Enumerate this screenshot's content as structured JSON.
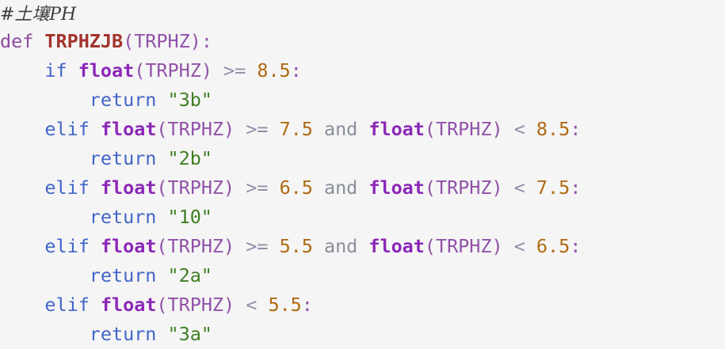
{
  "document": {
    "kind": "code-snippet",
    "language": "python",
    "background_color": "#f5f5f5",
    "colors": {
      "comment": "#3c3c3c",
      "keyword_def": "#8b4a9e",
      "function_name": "#a3332c",
      "keyword_control": "#4265c8",
      "builtin": "#8b28b8",
      "identifier": "#9152a8",
      "operator": "#8f8fa8",
      "operator_word": "#8a8f9c",
      "number": "#b06a13",
      "string": "#3f7f22"
    }
  },
  "code": {
    "lines": [
      {
        "indent": 0,
        "tokens": [
          {
            "t": "comment",
            "v": "#土壤PH"
          }
        ]
      },
      {
        "indent": 0,
        "tokens": [
          {
            "t": "kw-def",
            "v": "def"
          },
          {
            "t": "plain",
            "v": " "
          },
          {
            "t": "fnname",
            "v": "TRPHZJB"
          },
          {
            "t": "punct",
            "v": "("
          },
          {
            "t": "name",
            "v": "TRPHZ"
          },
          {
            "t": "punct",
            "v": ")"
          },
          {
            "t": "punct",
            "v": ":"
          }
        ]
      },
      {
        "indent": 4,
        "tokens": [
          {
            "t": "kw-ctrl",
            "v": "if"
          },
          {
            "t": "plain",
            "v": " "
          },
          {
            "t": "builtin",
            "v": "float"
          },
          {
            "t": "punct",
            "v": "("
          },
          {
            "t": "name",
            "v": "TRPHZ"
          },
          {
            "t": "punct",
            "v": ")"
          },
          {
            "t": "plain",
            "v": " "
          },
          {
            "t": "op",
            "v": ">="
          },
          {
            "t": "plain",
            "v": " "
          },
          {
            "t": "num",
            "v": "8.5"
          },
          {
            "t": "punct",
            "v": ":"
          }
        ]
      },
      {
        "indent": 8,
        "tokens": [
          {
            "t": "kw-ctrl",
            "v": "return"
          },
          {
            "t": "plain",
            "v": " "
          },
          {
            "t": "str",
            "v": "\"3b\""
          }
        ]
      },
      {
        "indent": 4,
        "tokens": [
          {
            "t": "kw-ctrl",
            "v": "elif"
          },
          {
            "t": "plain",
            "v": " "
          },
          {
            "t": "builtin",
            "v": "float"
          },
          {
            "t": "punct",
            "v": "("
          },
          {
            "t": "name",
            "v": "TRPHZ"
          },
          {
            "t": "punct",
            "v": ")"
          },
          {
            "t": "plain",
            "v": " "
          },
          {
            "t": "op",
            "v": ">="
          },
          {
            "t": "plain",
            "v": " "
          },
          {
            "t": "num",
            "v": "7.5"
          },
          {
            "t": "plain",
            "v": " "
          },
          {
            "t": "operator-word",
            "v": "and"
          },
          {
            "t": "plain",
            "v": " "
          },
          {
            "t": "builtin",
            "v": "float"
          },
          {
            "t": "punct",
            "v": "("
          },
          {
            "t": "name",
            "v": "TRPHZ"
          },
          {
            "t": "punct",
            "v": ")"
          },
          {
            "t": "plain",
            "v": " "
          },
          {
            "t": "op",
            "v": "<"
          },
          {
            "t": "plain",
            "v": " "
          },
          {
            "t": "num",
            "v": "8.5"
          },
          {
            "t": "punct",
            "v": ":"
          }
        ]
      },
      {
        "indent": 8,
        "tokens": [
          {
            "t": "kw-ctrl",
            "v": "return"
          },
          {
            "t": "plain",
            "v": " "
          },
          {
            "t": "str",
            "v": "\"2b\""
          }
        ]
      },
      {
        "indent": 4,
        "tokens": [
          {
            "t": "kw-ctrl",
            "v": "elif"
          },
          {
            "t": "plain",
            "v": " "
          },
          {
            "t": "builtin",
            "v": "float"
          },
          {
            "t": "punct",
            "v": "("
          },
          {
            "t": "name",
            "v": "TRPHZ"
          },
          {
            "t": "punct",
            "v": ")"
          },
          {
            "t": "plain",
            "v": " "
          },
          {
            "t": "op",
            "v": ">="
          },
          {
            "t": "plain",
            "v": " "
          },
          {
            "t": "num",
            "v": "6.5"
          },
          {
            "t": "plain",
            "v": " "
          },
          {
            "t": "operator-word",
            "v": "and"
          },
          {
            "t": "plain",
            "v": " "
          },
          {
            "t": "builtin",
            "v": "float"
          },
          {
            "t": "punct",
            "v": "("
          },
          {
            "t": "name",
            "v": "TRPHZ"
          },
          {
            "t": "punct",
            "v": ")"
          },
          {
            "t": "plain",
            "v": " "
          },
          {
            "t": "op",
            "v": "<"
          },
          {
            "t": "plain",
            "v": " "
          },
          {
            "t": "num",
            "v": "7.5"
          },
          {
            "t": "punct",
            "v": ":"
          }
        ]
      },
      {
        "indent": 8,
        "tokens": [
          {
            "t": "kw-ctrl",
            "v": "return"
          },
          {
            "t": "plain",
            "v": " "
          },
          {
            "t": "str",
            "v": "\"10\""
          }
        ]
      },
      {
        "indent": 4,
        "tokens": [
          {
            "t": "kw-ctrl",
            "v": "elif"
          },
          {
            "t": "plain",
            "v": " "
          },
          {
            "t": "builtin",
            "v": "float"
          },
          {
            "t": "punct",
            "v": "("
          },
          {
            "t": "name",
            "v": "TRPHZ"
          },
          {
            "t": "punct",
            "v": ")"
          },
          {
            "t": "plain",
            "v": " "
          },
          {
            "t": "op",
            "v": ">="
          },
          {
            "t": "plain",
            "v": " "
          },
          {
            "t": "num",
            "v": "5.5"
          },
          {
            "t": "plain",
            "v": " "
          },
          {
            "t": "operator-word",
            "v": "and"
          },
          {
            "t": "plain",
            "v": " "
          },
          {
            "t": "builtin",
            "v": "float"
          },
          {
            "t": "punct",
            "v": "("
          },
          {
            "t": "name",
            "v": "TRPHZ"
          },
          {
            "t": "punct",
            "v": ")"
          },
          {
            "t": "plain",
            "v": " "
          },
          {
            "t": "op",
            "v": "<"
          },
          {
            "t": "plain",
            "v": " "
          },
          {
            "t": "num",
            "v": "6.5"
          },
          {
            "t": "punct",
            "v": ":"
          }
        ]
      },
      {
        "indent": 8,
        "tokens": [
          {
            "t": "kw-ctrl",
            "v": "return"
          },
          {
            "t": "plain",
            "v": " "
          },
          {
            "t": "str",
            "v": "\"2a\""
          }
        ]
      },
      {
        "indent": 4,
        "tokens": [
          {
            "t": "kw-ctrl",
            "v": "elif"
          },
          {
            "t": "plain",
            "v": " "
          },
          {
            "t": "builtin",
            "v": "float"
          },
          {
            "t": "punct",
            "v": "("
          },
          {
            "t": "name",
            "v": "TRPHZ"
          },
          {
            "t": "punct",
            "v": ")"
          },
          {
            "t": "plain",
            "v": " "
          },
          {
            "t": "op",
            "v": "<"
          },
          {
            "t": "plain",
            "v": " "
          },
          {
            "t": "num",
            "v": "5.5"
          },
          {
            "t": "punct",
            "v": ":"
          }
        ]
      },
      {
        "indent": 8,
        "tokens": [
          {
            "t": "kw-ctrl",
            "v": "return"
          },
          {
            "t": "plain",
            "v": " "
          },
          {
            "t": "str",
            "v": "\"3a\""
          }
        ]
      }
    ]
  }
}
